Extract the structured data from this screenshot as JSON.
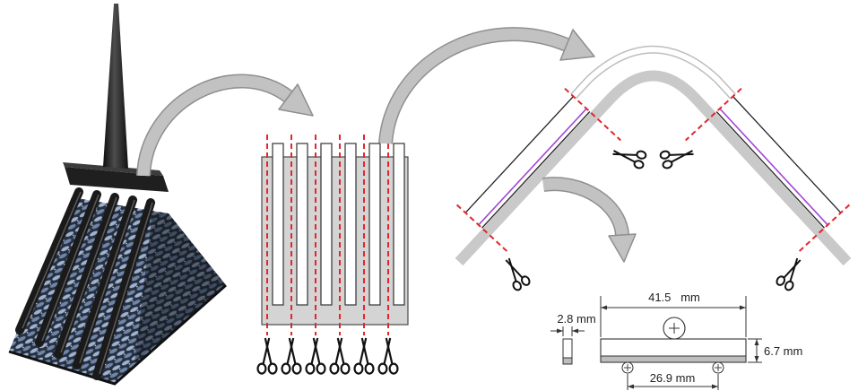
{
  "dimensions": {
    "length": "41.5   mm",
    "thickness": "2.8 mm",
    "height": "6.7 mm",
    "span": "26.9 mm"
  },
  "colors": {
    "cut_line": "#e2262c",
    "fiber_line": "#a347d6",
    "arrow_fill": "#c2c2c2",
    "arrow_edge": "#8f8f8f",
    "plate_fill": "#d4d4d4"
  }
}
